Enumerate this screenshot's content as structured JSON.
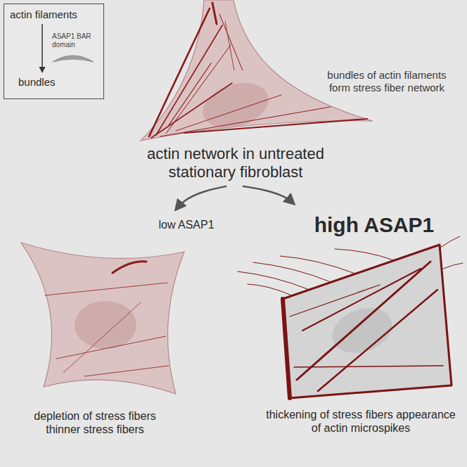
{
  "diagram": {
    "nodes": [
      {
        "text": [
          "actin filaments",
          "ASAP1 BAR domain",
          "bundles"
        ]
      },
      {
        "text": [
          "bundles of actin filaments form stress fiber network",
          "actin network in untreated stationary fibroblast"
        ]
      },
      {
        "text": [
          "low ASAP1",
          "depletion of stress fibers thinner stress fibers"
        ]
      },
      {
        "text": [
          "high ASAP1",
          "thickening of stress fibers appearance of actin microspikes"
        ]
      }
    ],
    "edges": [
      {
        "from": 1,
        "to": 2,
        "arrow": "to"
      },
      {
        "from": 1,
        "to": 3,
        "arrow": "to"
      }
    ]
  }
}
